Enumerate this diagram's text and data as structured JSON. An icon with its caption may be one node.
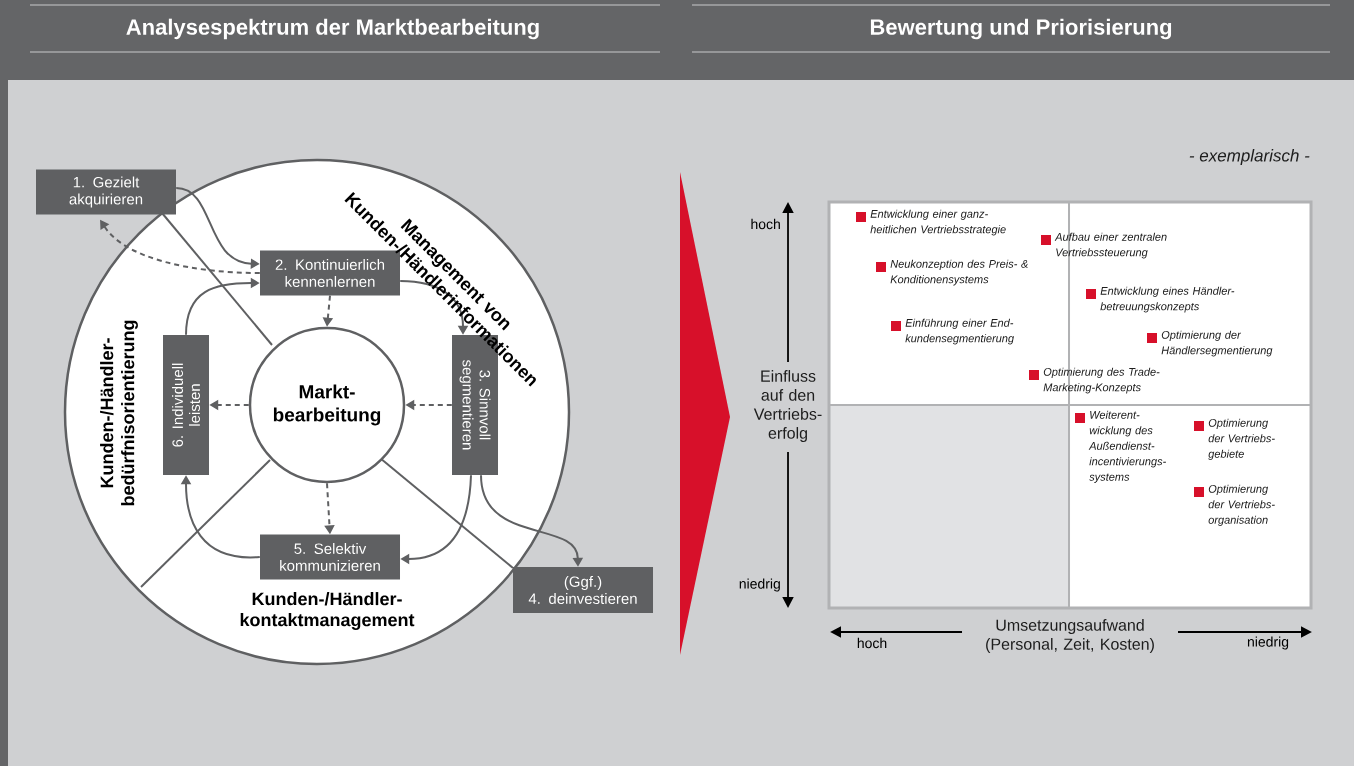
{
  "diagram": {
    "nodes": [
      {
        "text": [
          "1. Gezielt akquirieren"
        ]
      },
      {
        "text": [
          "2. Kontinuierlich kennenlernen"
        ]
      },
      {
        "text": [
          "Markt-bearbeitung"
        ]
      },
      {
        "text": [
          "3. Sinnvoll segmentieren"
        ]
      },
      {
        "text": [
          "(Ggf.)",
          "4. deinvestieren"
        ]
      },
      {
        "text": [
          "5. Selektiv kommunizieren"
        ]
      },
      {
        "text": [
          "6. Individuell leisten"
        ]
      }
    ],
    "edges": [
      {
        "from": 0,
        "to": 1,
        "arrow": "to"
      },
      {
        "from": 1,
        "to": 0,
        "arrow": "to",
        "style": "dashed"
      },
      {
        "from": 1,
        "to": 3,
        "arrow": "to"
      },
      {
        "from": 3,
        "to": 4,
        "arrow": "to"
      },
      {
        "from": 3,
        "to": 5,
        "arrow": "to"
      },
      {
        "from": 5,
        "to": 6,
        "arrow": "to"
      },
      {
        "from": 6,
        "to": 1,
        "arrow": "to"
      },
      {
        "from": 1,
        "to": 2,
        "arrow": "to",
        "style": "dashed"
      },
      {
        "from": 3,
        "to": 2,
        "arrow": "to",
        "style": "dashed"
      },
      {
        "from": 2,
        "to": 6,
        "arrow": "to",
        "style": "dashed"
      },
      {
        "from": 2,
        "to": 5,
        "arrow": "to",
        "style": "dashed"
      }
    ],
    "labels": [
      "Analysespektrum der Marktbearbeitung",
      "Bewertung und Priorisierung",
      "Management von Kunden-/Händlerinformationen",
      "Kunden-/Händler-bedürfnisorientierung",
      "Kunden-/Händler-kontaktmanagement",
      "- exemplarisch -",
      "hoch",
      "Entwicklung einer ganz-heitlichen Vertriebsstrategie",
      "Aufbau einer zentralen Vertriebssteuerung",
      "Neukonzeption des Preis- & Konditionensystems",
      "Entwicklung eines Händler-betreuungskonzepts",
      "Einführung einer End-kundensegmentierung",
      "Optimierung der Händlersegmentierung",
      "Optimierung des Trade-Marketing-Konzepts",
      "Weiterent-wicklung des Außendienst-incentivierungs-systems",
      "Optimierung der Vertriebs-gebiete",
      "Optimierung der Vertriebs-organisation",
      "Einfluss auf den Vertriebs-erfolg",
      "niedrig",
      "Umsetzungsaufwand (Personal, Zeit, Kosten)",
      "hoch",
      "niedrig"
    ]
  }
}
